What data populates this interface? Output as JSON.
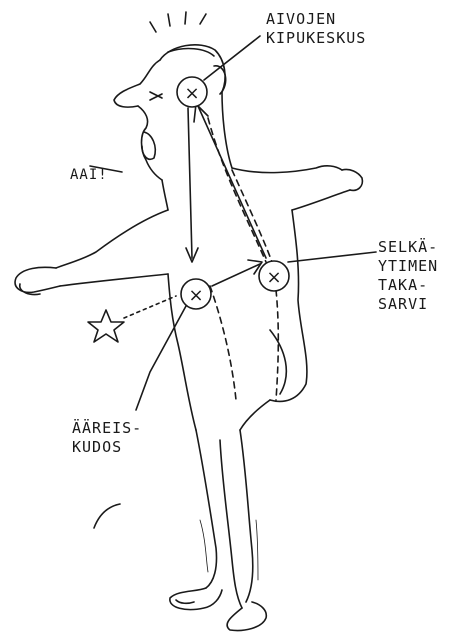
{
  "labels": {
    "brain_center": [
      "AIVOJEN",
      "KIPUKESKUS"
    ],
    "spinal_horn": [
      "SELKÄ-",
      "YTIMEN",
      "TAKA-",
      "SARVI"
    ],
    "peripheral_tissue": [
      "ÄÄREIS-",
      "KUDOS"
    ],
    "exclamation": "AAI!"
  },
  "nodes": [
    {
      "id": "brain",
      "symbol": "×"
    },
    {
      "id": "spinal-horn",
      "symbol": "×"
    },
    {
      "id": "peripheral",
      "symbol": "×"
    }
  ],
  "colors": {
    "ink": "#1a1a1a",
    "paper": "#ffffff"
  }
}
